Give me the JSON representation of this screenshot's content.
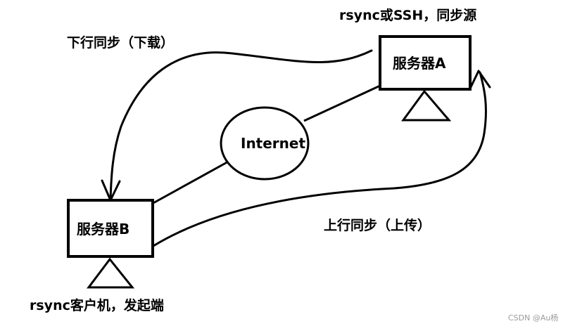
{
  "nodes": {
    "server_a": {
      "label": "服务器A",
      "annotation": "rsync或SSH，同步源"
    },
    "server_b": {
      "label": "服务器B",
      "annotation": "rsync客户机，发起端"
    },
    "internet": {
      "label": "Internet"
    }
  },
  "flows": {
    "download": {
      "label": "下行同步（下载）"
    },
    "upload": {
      "label": "上行同步（上传）"
    }
  },
  "watermark": "CSDN @Au杨"
}
